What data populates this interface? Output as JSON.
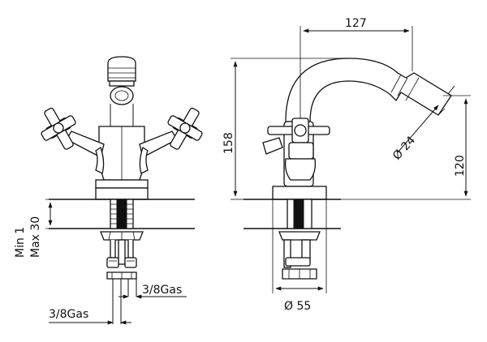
{
  "front_view": {
    "min_label": "Min 1",
    "max_label": "Max 30",
    "gas_right": "3/8Gas",
    "gas_left": "3/8Gas"
  },
  "side_view": {
    "dim_width": "127",
    "dim_height_total": "158",
    "dim_height_outlet": "120",
    "dim_outlet_diameter": "Ø 24",
    "dim_base_diameter": "Ø 55"
  }
}
